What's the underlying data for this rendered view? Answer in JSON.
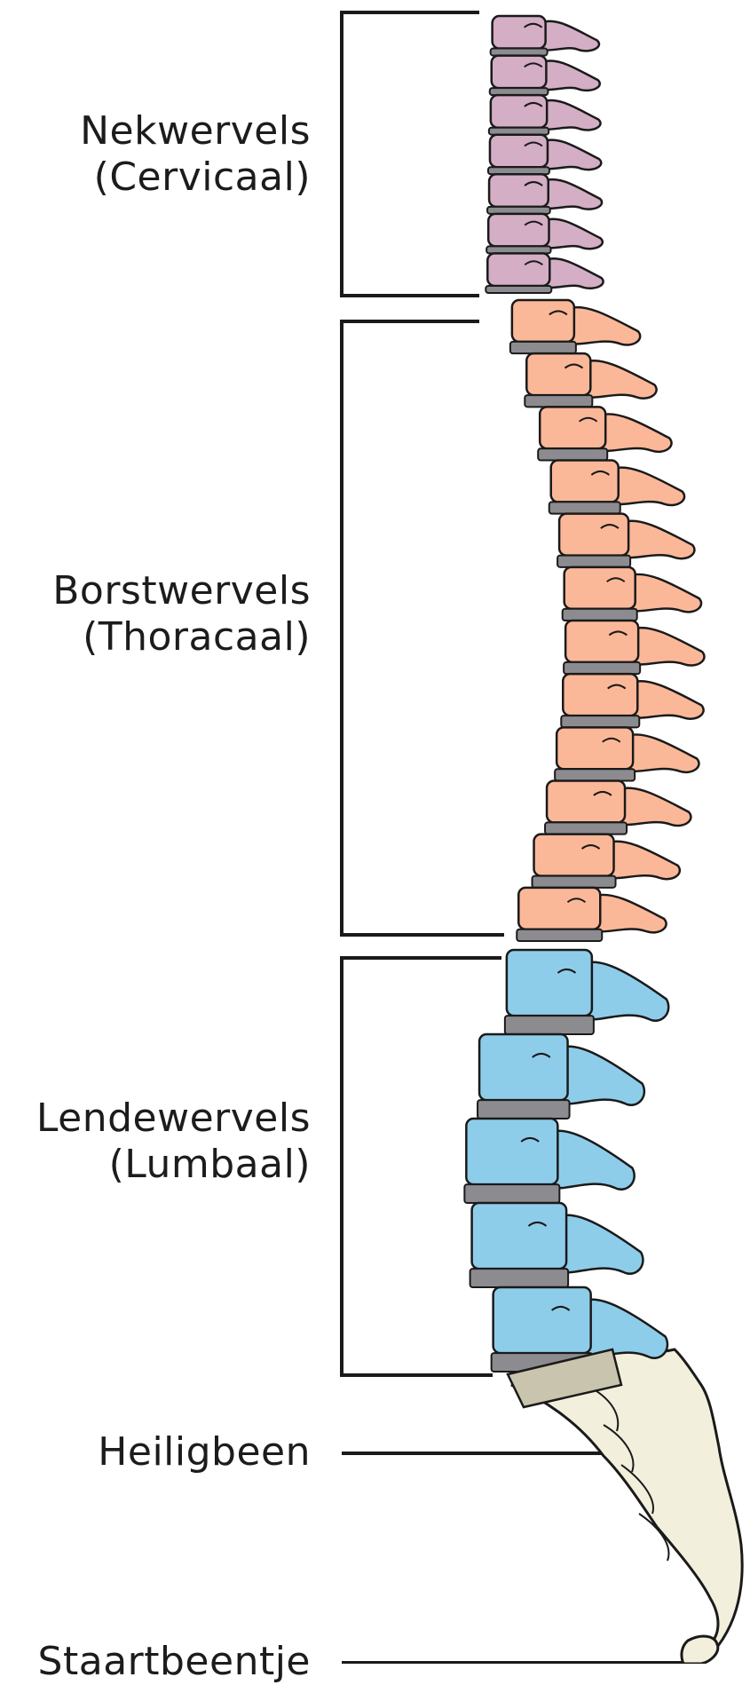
{
  "regions": [
    {
      "name": "Nekwervels",
      "latin": "(Cervicaal)",
      "count": 7,
      "color": "#d3aec4"
    },
    {
      "name": "Borstwervels",
      "latin": "(Thoracaal)",
      "count": 12,
      "color": "#fbb899"
    },
    {
      "name": "Lendewervels",
      "latin": "(Lumbaal)",
      "count": 5,
      "color": "#8ecdea"
    }
  ],
  "sacrum": {
    "name": "Heiligbeen",
    "color": "#f2efdc"
  },
  "coccyx": {
    "name": "Staartbeentje",
    "color": "#f2efdc"
  },
  "disc_color": "#8c8c90",
  "outline_color": "#1a1a1a"
}
